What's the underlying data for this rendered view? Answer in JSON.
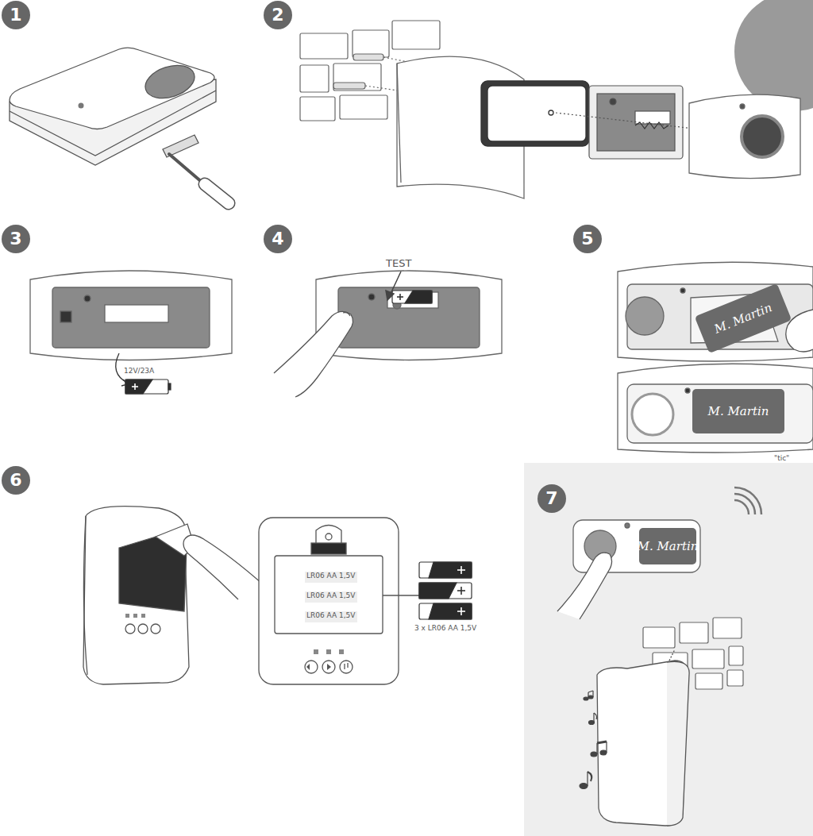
{
  "diagram": {
    "nodes": [
      {
        "text": [
          "1"
        ]
      },
      {
        "text": [
          "2"
        ]
      },
      {
        "text": [
          "3"
        ]
      },
      {
        "text": [
          "4"
        ]
      },
      {
        "text": [
          "5"
        ]
      },
      {
        "text": [
          "M. Martin"
        ]
      },
      {
        "text": [
          "M. Martin"
        ]
      },
      {
        "text": [
          "6"
        ]
      },
      {
        "text": [
          "7"
        ]
      },
      {
        "text": [
          "M. Martin"
        ]
      }
    ],
    "labels": [
      "12V/23A",
      "TEST",
      "\"tic\"",
      "LR06 AA 1,5V",
      "LR06 AA 1,5V",
      "LR06 AA 1,5V",
      "3 x LR06 AA 1,5V"
    ]
  }
}
